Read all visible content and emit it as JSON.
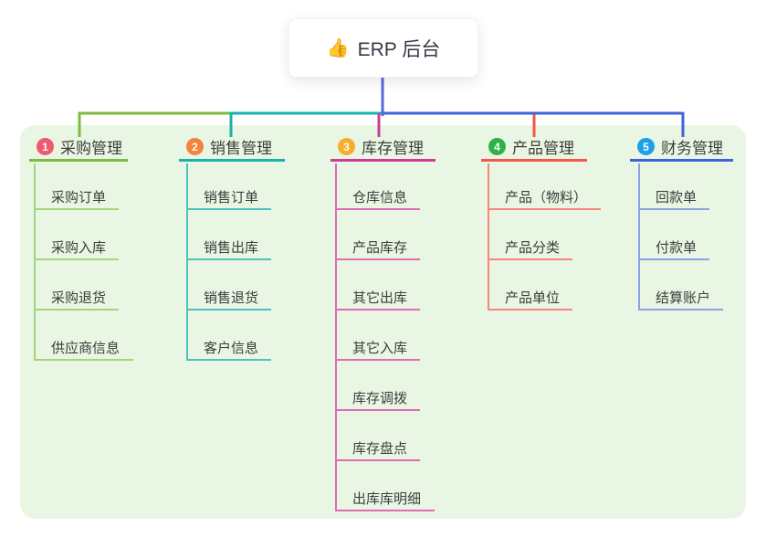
{
  "root": {
    "icon": "👍",
    "label": "ERP 后台"
  },
  "canvas": {
    "page_bg": "#ffffff",
    "panel_bg": "#eaf6e4",
    "text_color": "#3d3d3d",
    "root_line_color": "#5868dd"
  },
  "branches": [
    {
      "index": "1",
      "label": "采购管理",
      "badge_color": "#ee5a6e",
      "line_color": "#7cbb40",
      "child_line_color": "#a6d47d",
      "children": [
        "采购订单",
        "采购入库",
        "采购退货",
        "供应商信息"
      ]
    },
    {
      "index": "2",
      "label": "销售管理",
      "badge_color": "#f5823f",
      "line_color": "#17b3ab",
      "child_line_color": "#4cc2ba",
      "children": [
        "销售订单",
        "销售出库",
        "销售退货",
        "客户信息"
      ]
    },
    {
      "index": "3",
      "label": "库存管理",
      "badge_color": "#f7ae2c",
      "line_color": "#ce3a9a",
      "child_line_color": "#df6cb5",
      "children": [
        "仓库信息",
        "产品库存",
        "其它出库",
        "其它入库",
        "库存调拨",
        "库存盘点",
        "出库库明细"
      ]
    },
    {
      "index": "4",
      "label": "产品管理",
      "badge_color": "#2fb14a",
      "line_color": "#f4564a",
      "child_line_color": "#f7877d",
      "children": [
        "产品（物料）",
        "产品分类",
        "产品单位"
      ]
    },
    {
      "index": "5",
      "label": "财务管理",
      "badge_color": "#1d9fea",
      "line_color": "#3e63d8",
      "child_line_color": "#8ba2e8",
      "children": [
        "回款单",
        "付款单",
        "结算账户"
      ]
    }
  ]
}
